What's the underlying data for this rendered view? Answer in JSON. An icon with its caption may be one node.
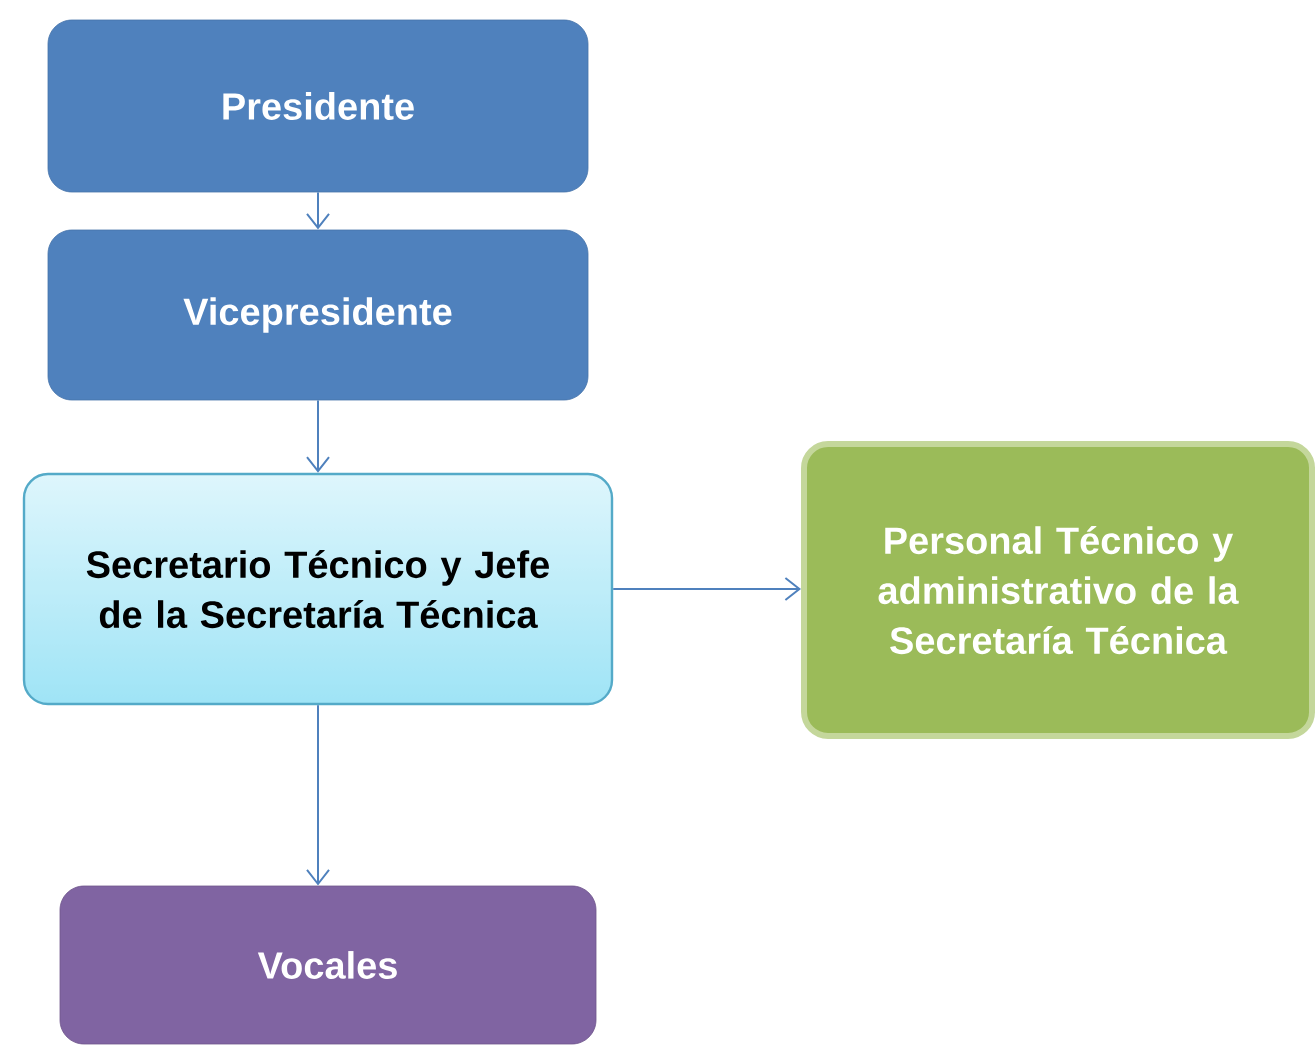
{
  "diagram": {
    "nodes": [
      {
        "text": [
          "Presidente"
        ]
      },
      {
        "text": [
          "Vicepresidente"
        ]
      },
      {
        "text": [
          "Secretario Técnico y Jefe de la Secretaría Técnica"
        ]
      },
      {
        "text": [
          "Personal Técnico y administrativo de la Secretaría Técnica"
        ]
      },
      {
        "text": [
          "Vocales"
        ]
      }
    ],
    "edges": [
      {
        "from": 0,
        "to": 1,
        "arrow": "to"
      },
      {
        "from": 1,
        "to": 2,
        "arrow": "to"
      },
      {
        "from": 2,
        "to": 3,
        "arrow": "to"
      },
      {
        "from": 2,
        "to": 4,
        "arrow": "to"
      }
    ]
  }
}
